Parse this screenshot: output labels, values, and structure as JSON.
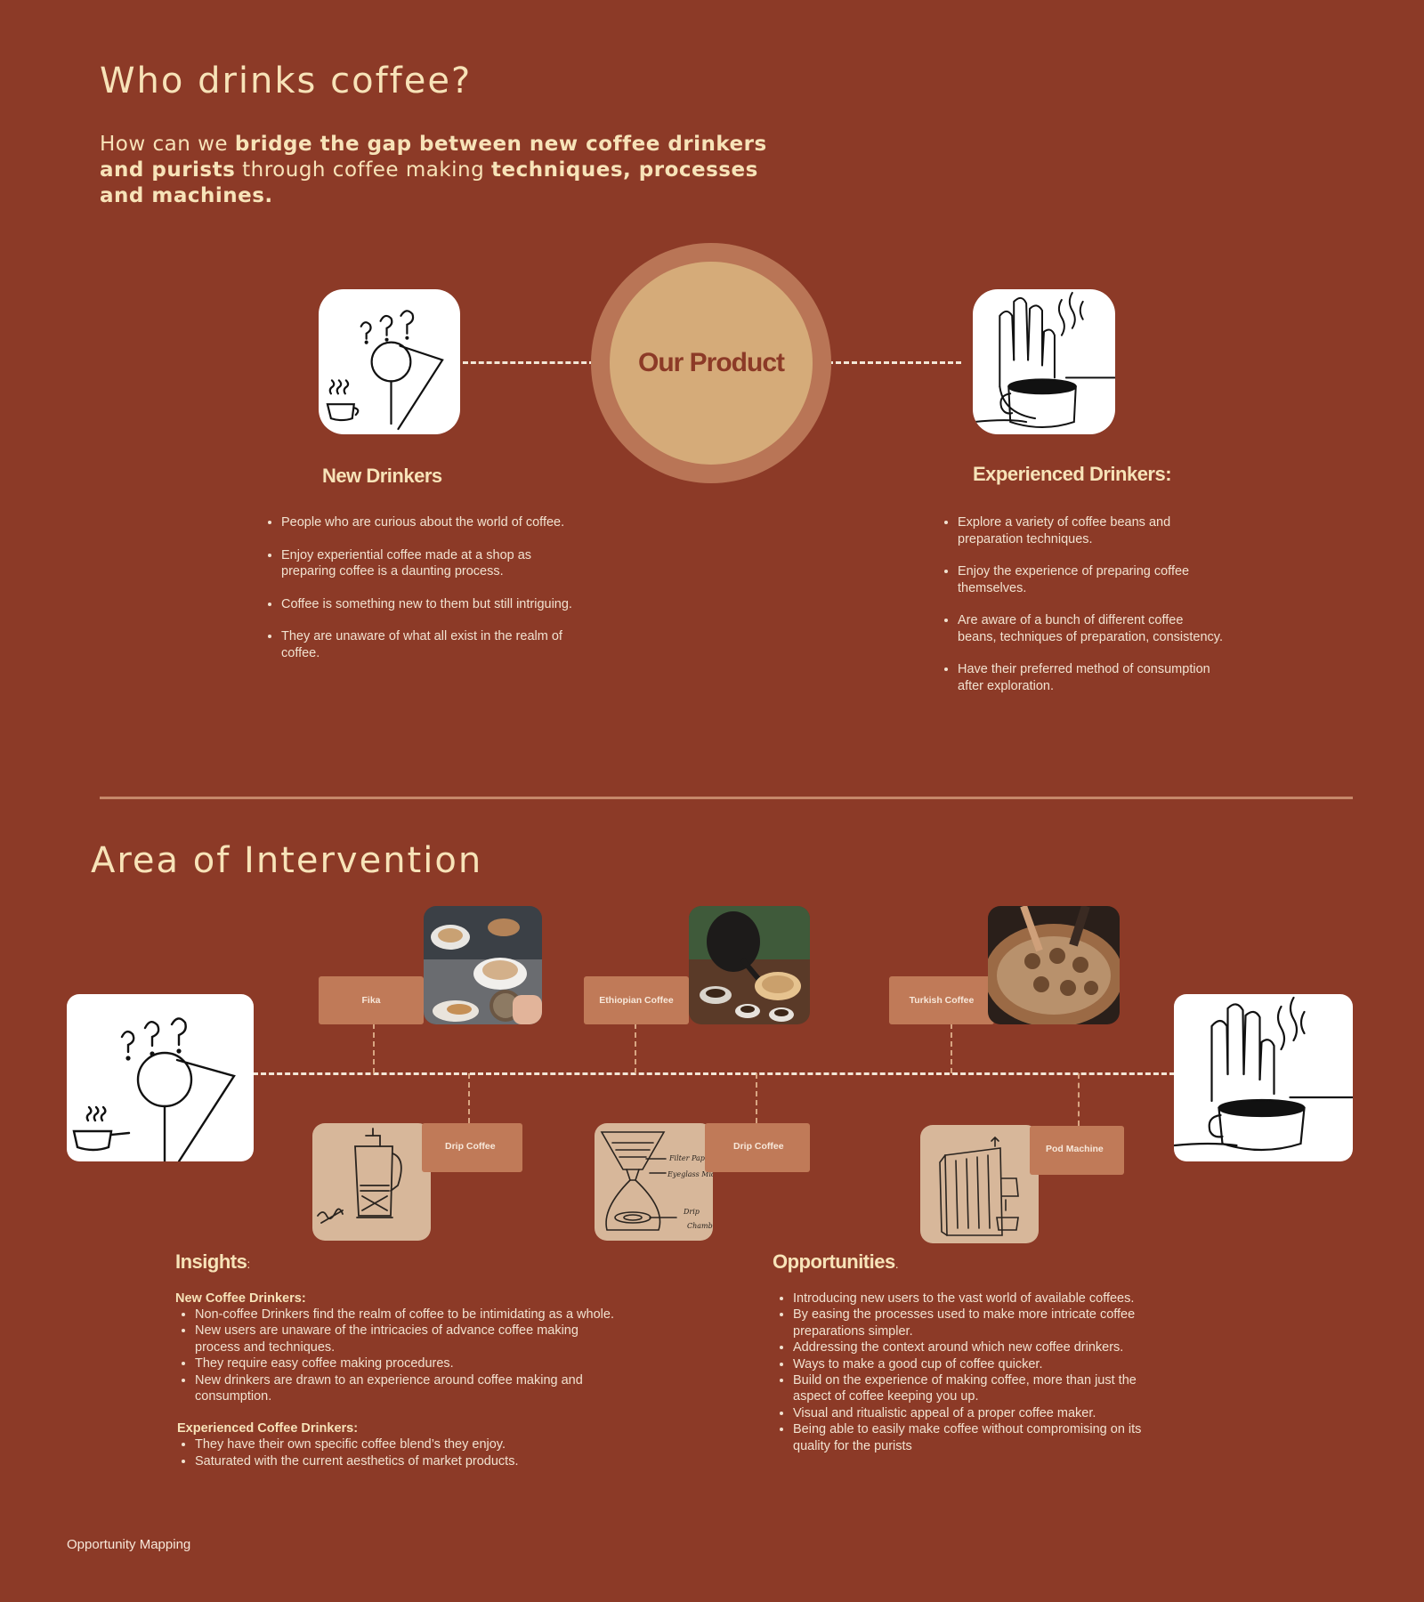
{
  "header": {
    "title": "Who drinks coffee?",
    "subtitle_parts": [
      {
        "text": "How can we ",
        "bold": false
      },
      {
        "text": "bridge the gap between new coffee drinkers and purists",
        "bold": true
      },
      {
        "text": " through coffee making ",
        "bold": false
      },
      {
        "text": "techniques, processes and machines",
        "bold": true
      },
      {
        "text": ".",
        "bold": true
      }
    ]
  },
  "product": {
    "label": "Our Product"
  },
  "new_drinkers": {
    "heading": "New Drinkers",
    "points": [
      "People who are curious about the world of coffee.",
      "Enjoy experiential coffee made at a shop as preparing coffee is a daunting process.",
      "Coffee is something new to them but still intriguing.",
      "They are unaware of what all exist in the realm of coffee."
    ]
  },
  "experienced_drinkers": {
    "heading": "Experienced Drinkers:",
    "points": [
      "Explore a variety of coffee beans and preparation techniques.",
      "Enjoy the experience of preparing coffee themselves.",
      "Are aware of a bunch of different coffee beans, techniques of preparation, consistency.",
      "Have their preferred method of consumption after exploration."
    ]
  },
  "intervention": {
    "title": "Area of Intervention",
    "top_tags": [
      "Fika",
      "Ethiopian Coffee",
      "Turkish Coffee"
    ],
    "bottom_tags": [
      "Drip Coffee",
      "Drip Coffee",
      "Pod Machine"
    ]
  },
  "insights": {
    "heading": "Insights",
    "heading_suffix": ":",
    "new_label": "New Coffee Drinkers:",
    "new_points": [
      "Non-coffee Drinkers find the realm of coffee to be intimidating as a whole.",
      "New users are unaware of the intricacies of advance coffee making process and techniques.",
      "They require easy coffee making procedures.",
      "New drinkers are drawn to an experience around coffee making and consumption."
    ],
    "exp_label": "Experienced Coffee Drinkers:",
    "exp_points": [
      "They have their own specific coffee blend’s they enjoy.",
      "Saturated with the current aesthetics of market products."
    ]
  },
  "opportunities": {
    "heading": "Opportunities",
    "heading_suffix": ".",
    "points": [
      "Introducing new users to the vast world of available coffees.",
      "By easing the processes used to make more intricate coffee preparations simpler.",
      " Addressing the context around which new coffee drinkers.",
      "Ways to make a good cup of coffee quicker.",
      "Build on the experience of making coffee, more than just the aspect of coffee keeping you up.",
      "Visual and ritualistic appeal of a proper coffee maker.",
      "Being able to easily make coffee without compromising on its quality for the purists"
    ]
  },
  "footer": {
    "label": "Opportunity Mapping"
  },
  "sketch_labels": {
    "chemex": [
      "Filter Paper",
      "Eyeglass Mid.",
      "Drip",
      "Chamber"
    ]
  }
}
